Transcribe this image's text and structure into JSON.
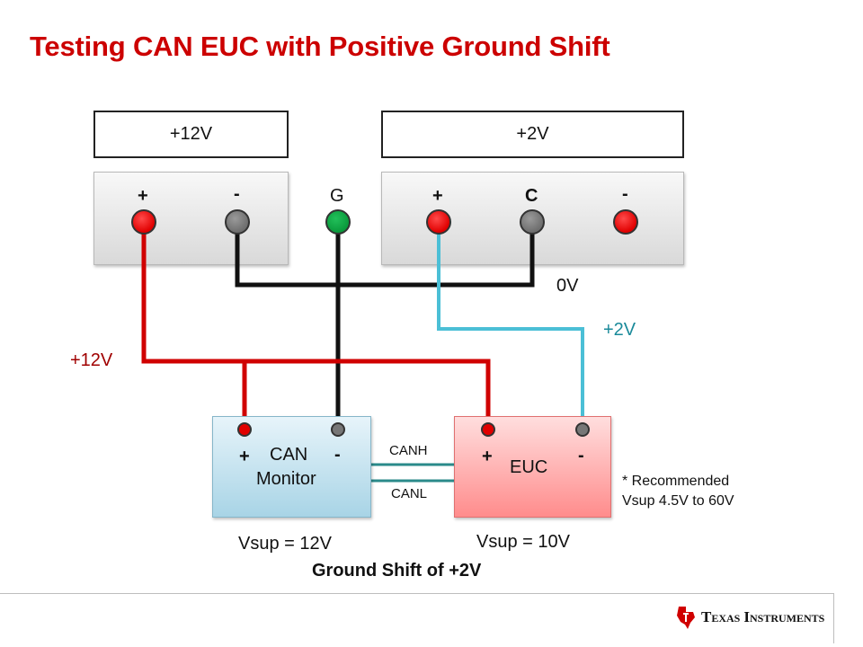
{
  "title": "Testing CAN EUC with Positive Ground Shift",
  "supply_12v": {
    "voltage_label": "+12V",
    "plus": "+",
    "minus": "-"
  },
  "supply_2v": {
    "voltage_label": "+2V",
    "plus": "+",
    "common": "C",
    "minus": "-"
  },
  "ground_label": "G",
  "net_labels": {
    "zero_v": "0V",
    "plus_2v": "+2V",
    "plus_12v": "+12V"
  },
  "can_monitor": {
    "name_line1": "CAN",
    "name_line2": "Monitor",
    "plus": "+",
    "minus": "-",
    "vsup": "Vsup = 12V"
  },
  "euc": {
    "name": "EUC",
    "plus": "+",
    "minus": "-",
    "vsup": "Vsup = 10V"
  },
  "bus": {
    "canh": "CANH",
    "canl": "CANL"
  },
  "note": {
    "line1": "* Recommended",
    "line2": "Vsup 4.5V to 60V"
  },
  "caption": "Ground Shift of +2V",
  "logo": {
    "text_big1": "T",
    "text_small1": "EXAS",
    "text_big2": "I",
    "text_small2": "NSTRUMENTS"
  },
  "colors": {
    "title": "#cc0000",
    "wire_red": "#d00000",
    "wire_black": "#111111",
    "wire_cyan": "#4bbfd6",
    "bus_teal": "#2a8a8a",
    "label_12v": "#a00000",
    "label_2v": "#1a8a9a"
  }
}
